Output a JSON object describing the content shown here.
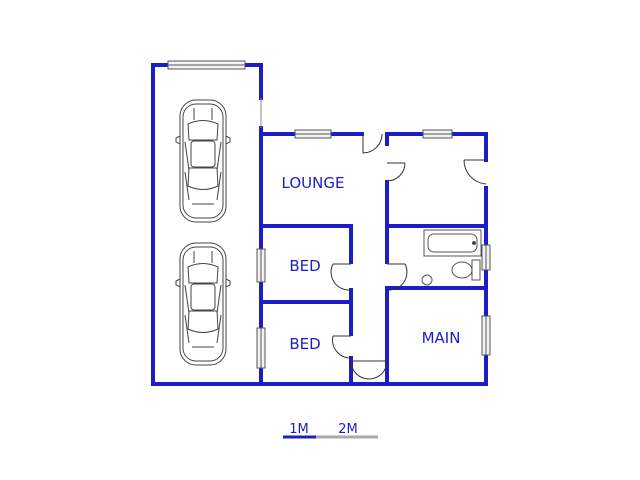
{
  "rooms": {
    "lounge": "LOUNGE",
    "bed_1": "BED",
    "bed_2": "BED",
    "main": "MAIN"
  },
  "scale": {
    "label_1": "1M",
    "label_2": "2M"
  },
  "colors": {
    "wall": "#1c1cc8",
    "fixture": "#555555",
    "window_fill": "#f2f2f2"
  }
}
